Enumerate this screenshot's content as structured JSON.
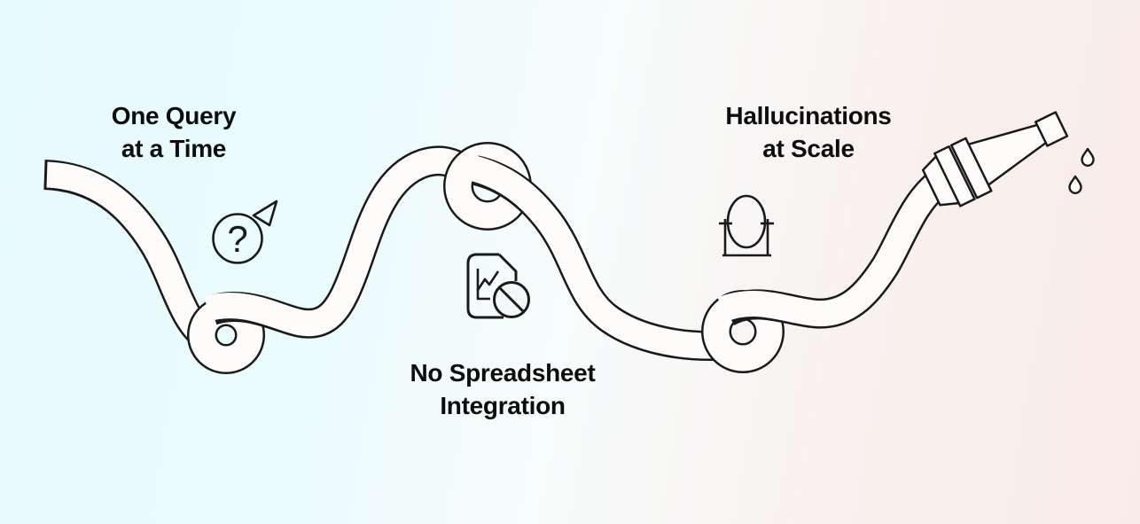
{
  "illustration": {
    "description_labels": {
      "one_query": {
        "line1": "One Query",
        "line2": "at a Time"
      },
      "no_spreadsheet": {
        "line1": "No Spreadsheet",
        "line2": "Integration"
      },
      "hallucinations": {
        "line1": "Hallucinations",
        "line2": "at Scale"
      }
    },
    "icons": {
      "question_cursor": {
        "glyph": "?",
        "meaning": "unanswered query with cursor"
      },
      "blocked_chart_document": {
        "meaning": "report with chart crossed out"
      },
      "mirror_on_stand": {
        "meaning": "mirror / illusion"
      },
      "hose_nozzle": {
        "meaning": "nozzle dripping water"
      },
      "water_drops": {
        "count": 2
      }
    },
    "colors": {
      "background_left": "#e7fafd",
      "background_right": "#f9ebe9",
      "line": "#1a1a1a",
      "hose_fill": "#fdfcfa",
      "text": "#0d0d0d"
    }
  }
}
